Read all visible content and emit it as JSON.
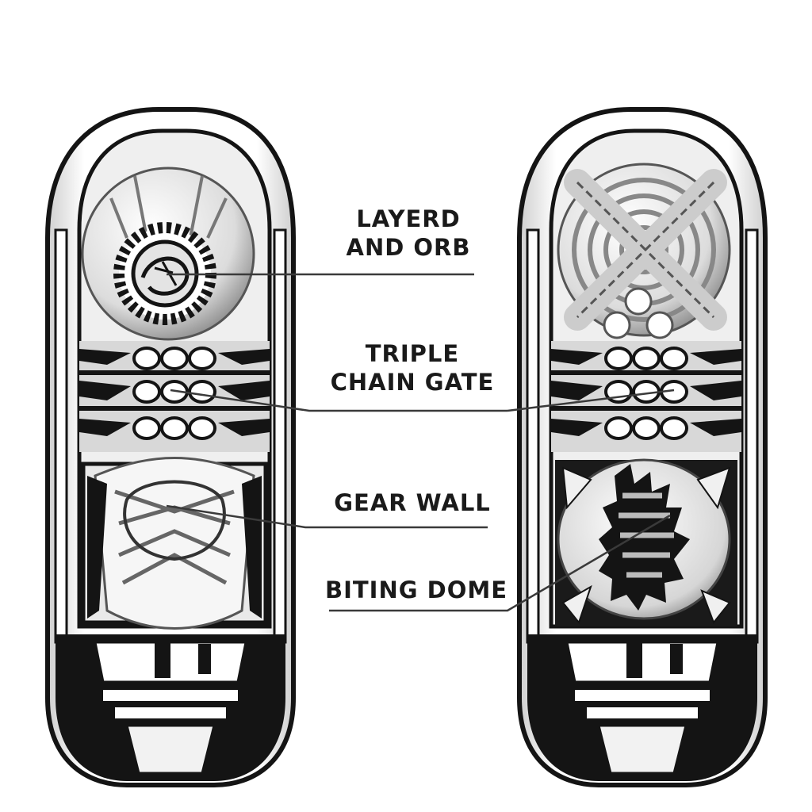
{
  "labels": {
    "layered_orb": [
      "LAYERD",
      "AND ORB"
    ],
    "triple_chain_gate": [
      "TRIPLE",
      "CHAIN GATE"
    ],
    "gear_wall": "GEAR WALL",
    "biting_dome": "BITING DOME"
  },
  "colors": {
    "ink": "#141414",
    "shell": "#f4f4f4",
    "line": "#3a3a3a"
  }
}
